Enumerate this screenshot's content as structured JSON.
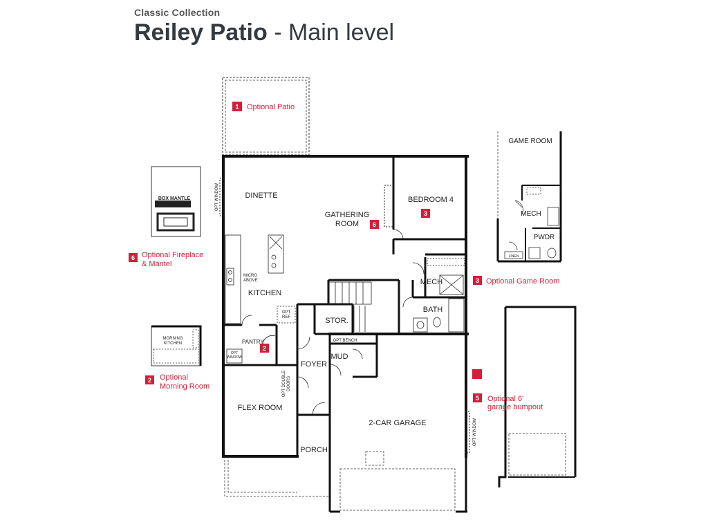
{
  "header": {
    "collection": "Classic Collection",
    "title_bold": "Reiley Patio",
    "title_rest": " - Main level"
  },
  "colors": {
    "accent_red": "#d31f3a",
    "wall": "#111111",
    "title": "#343a40"
  },
  "rooms": {
    "dinette": "DINETTE",
    "gathering_1": "GATHERING",
    "gathering_2": "ROOM",
    "bedroom4": "BEDROOM 4",
    "kitchen": "KITCHEN",
    "micro_1": "MICRO",
    "micro_2": "ABOVE",
    "opt_ref_1": "OPT",
    "opt_ref_2": "REF",
    "pantry": "PANTRY",
    "opt_window_pantry_1": "OPT",
    "opt_window_pantry_2": "WINDOW",
    "stor": "STOR.",
    "mech": "MECH",
    "bath": "BATH",
    "opt_bench": "OPT BENCH",
    "mud": "MUD",
    "foyer": "FOYER",
    "opt_double_doors_1": "OPT DOUBLE",
    "opt_double_doors_2": "DOORS",
    "flex_room": "FLEX ROOM",
    "garage": "2-CAR GARAGE",
    "porch": "PORCH",
    "opt_window_dinette": "OPT WINDOW",
    "opt_window_garage": "OPT WINDOW"
  },
  "options": {
    "patio": {
      "number": "1",
      "label": "Optional Patio"
    },
    "morning_room": {
      "number": "2",
      "line1": "Optional",
      "line2": "Morning Room",
      "inset_1": "MORNING",
      "inset_2": "KITCHEN"
    },
    "game_room": {
      "number": "3",
      "label": "Optional  Game Room"
    },
    "garage_bumpout": {
      "number": "5",
      "line1": "Optional 6'",
      "line2": "garage bumpout"
    },
    "fireplace": {
      "number": "6",
      "line1": "Optional Fireplace",
      "line2": "& Mantel",
      "inset": "BOX MANTLE"
    }
  },
  "badges": {
    "morning": "2",
    "bedroom": "3",
    "gathering": "6"
  },
  "game_room_inset": {
    "title": "GAME ROOM",
    "mech": "MECH",
    "pwdr": "PWDR",
    "linen": "LINEN"
  }
}
